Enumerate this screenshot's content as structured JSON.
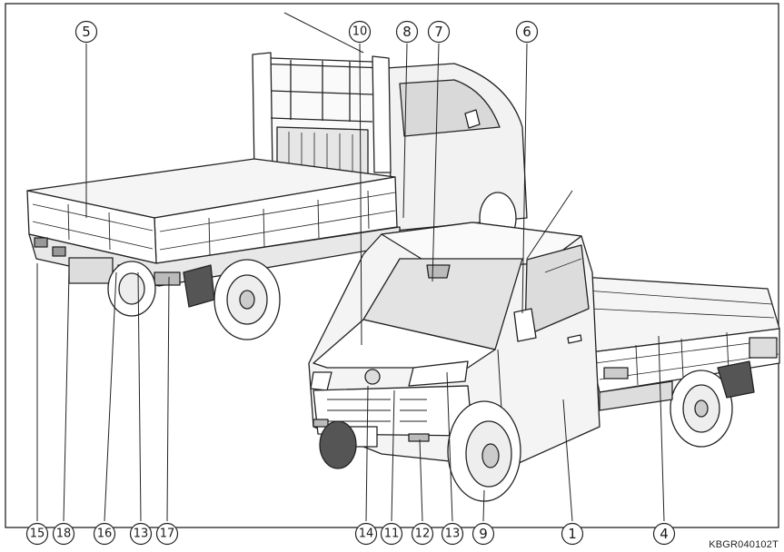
{
  "figure": {
    "reference_code": "KBGR040102T"
  },
  "callouts_top": [
    {
      "id": "c5",
      "number": "5"
    },
    {
      "id": "c10",
      "number": "10"
    },
    {
      "id": "c8",
      "number": "8"
    },
    {
      "id": "c7",
      "number": "7"
    },
    {
      "id": "c6",
      "number": "6"
    }
  ],
  "callouts_bottom": [
    {
      "id": "c15",
      "number": "15"
    },
    {
      "id": "c18",
      "number": "18"
    },
    {
      "id": "c16",
      "number": "16"
    },
    {
      "id": "c13a",
      "number": "13"
    },
    {
      "id": "c17",
      "number": "17"
    },
    {
      "id": "c14",
      "number": "14"
    },
    {
      "id": "c11",
      "number": "11"
    },
    {
      "id": "c12",
      "number": "12"
    },
    {
      "id": "c13b",
      "number": "13"
    },
    {
      "id": "c9",
      "number": "9"
    },
    {
      "id": "c1",
      "number": "1"
    },
    {
      "id": "c4",
      "number": "4"
    }
  ]
}
